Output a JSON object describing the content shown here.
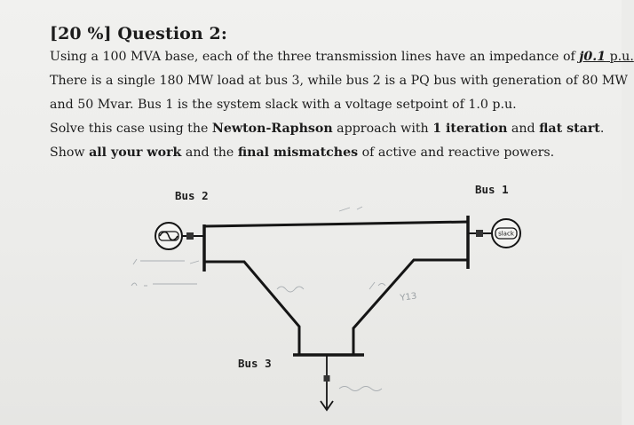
{
  "question": {
    "title": "[20 %] Question 2:",
    "lines": {
      "l1_a": "Using a 100 MVA base, each of the three transmission lines have an impedance of ",
      "l1_impedance": "j0.1",
      "l1_b": " p.u.",
      "l2": "There is a single 180 MW load at bus 3, while bus 2 is a PQ bus with generation of 80 MW",
      "l3": "and 50 Mvar. Bus 1 is the system slack with a voltage setpoint of 1.0 p.u.",
      "l4_a": "Solve this case using the ",
      "l4_b": "Newton-Raphson",
      "l4_c": " approach with ",
      "l4_d": "1 iteration",
      "l4_e": " and ",
      "l4_f": "flat start",
      "l4_g": ".",
      "l5_a": "Show ",
      "l5_b": "all your work",
      "l5_c": " and the ",
      "l5_d": "final mismatches",
      "l5_e": " of active and reactive powers."
    }
  },
  "diagram": {
    "bus2_label": "Bus 2",
    "bus1_label": "Bus 1",
    "bus3_label": "Bus 3",
    "slack_label": "slack",
    "pencil_notes": {
      "y13": "Y13"
    }
  }
}
